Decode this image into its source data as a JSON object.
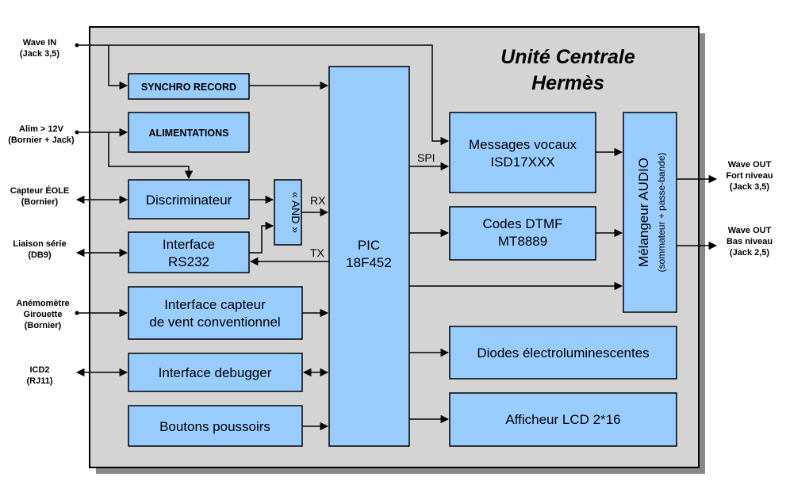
{
  "title": {
    "line1": "Unité Centrale",
    "line2": "Hermès"
  },
  "ports_left": {
    "wave_in": [
      "Wave IN",
      "(Jack 3,5)"
    ],
    "alim": [
      "Alim > 12V",
      "(Bornier + Jack)"
    ],
    "capteur_eole": [
      "Capteur ÉOLE",
      "(Bornier)"
    ],
    "liaison_serie": [
      "Liaison série",
      "(DB9)"
    ],
    "anemometre": [
      "Anémomètre",
      "Girouette",
      "(Bornier)"
    ],
    "icd2": [
      "ICD2",
      "(RJ11)"
    ]
  },
  "ports_right": {
    "wave_out_fort": [
      "Wave OUT",
      "Fort niveau",
      "(Jack 3,5)"
    ],
    "wave_out_bas": [
      "Wave OUT",
      "Bas niveau",
      "(Jack 2,5)"
    ]
  },
  "blocks": {
    "synchro": "SYNCHRO RECORD",
    "alimentations": "ALIMENTATIONS",
    "discriminateur": "Discriminateur",
    "and_gate": "« AND »",
    "rs232": [
      "Interface",
      "RS232"
    ],
    "capteur_vent": [
      "Interface capteur",
      "de vent conventionnel"
    ],
    "debugger": "Interface debugger",
    "boutons": "Boutons poussoirs",
    "pic": [
      "PIC",
      "18F452"
    ],
    "messages": [
      "Messages vocaux",
      "ISD17XXX"
    ],
    "dtmf": [
      "Codes DTMF",
      "MT8889"
    ],
    "diodes": "Diodes électroluminescentes",
    "lcd": "Afficheur LCD 2*16",
    "melangeur": [
      "Mélangeur AUDIO",
      "(sommateur + passe-bande)"
    ]
  },
  "signals": {
    "spi": "SPI",
    "rx": "RX",
    "tx": "TX"
  },
  "colors": {
    "block_fill": "#99ccff",
    "panel_fill": "#d4d4d4",
    "shadow": "#888888"
  }
}
